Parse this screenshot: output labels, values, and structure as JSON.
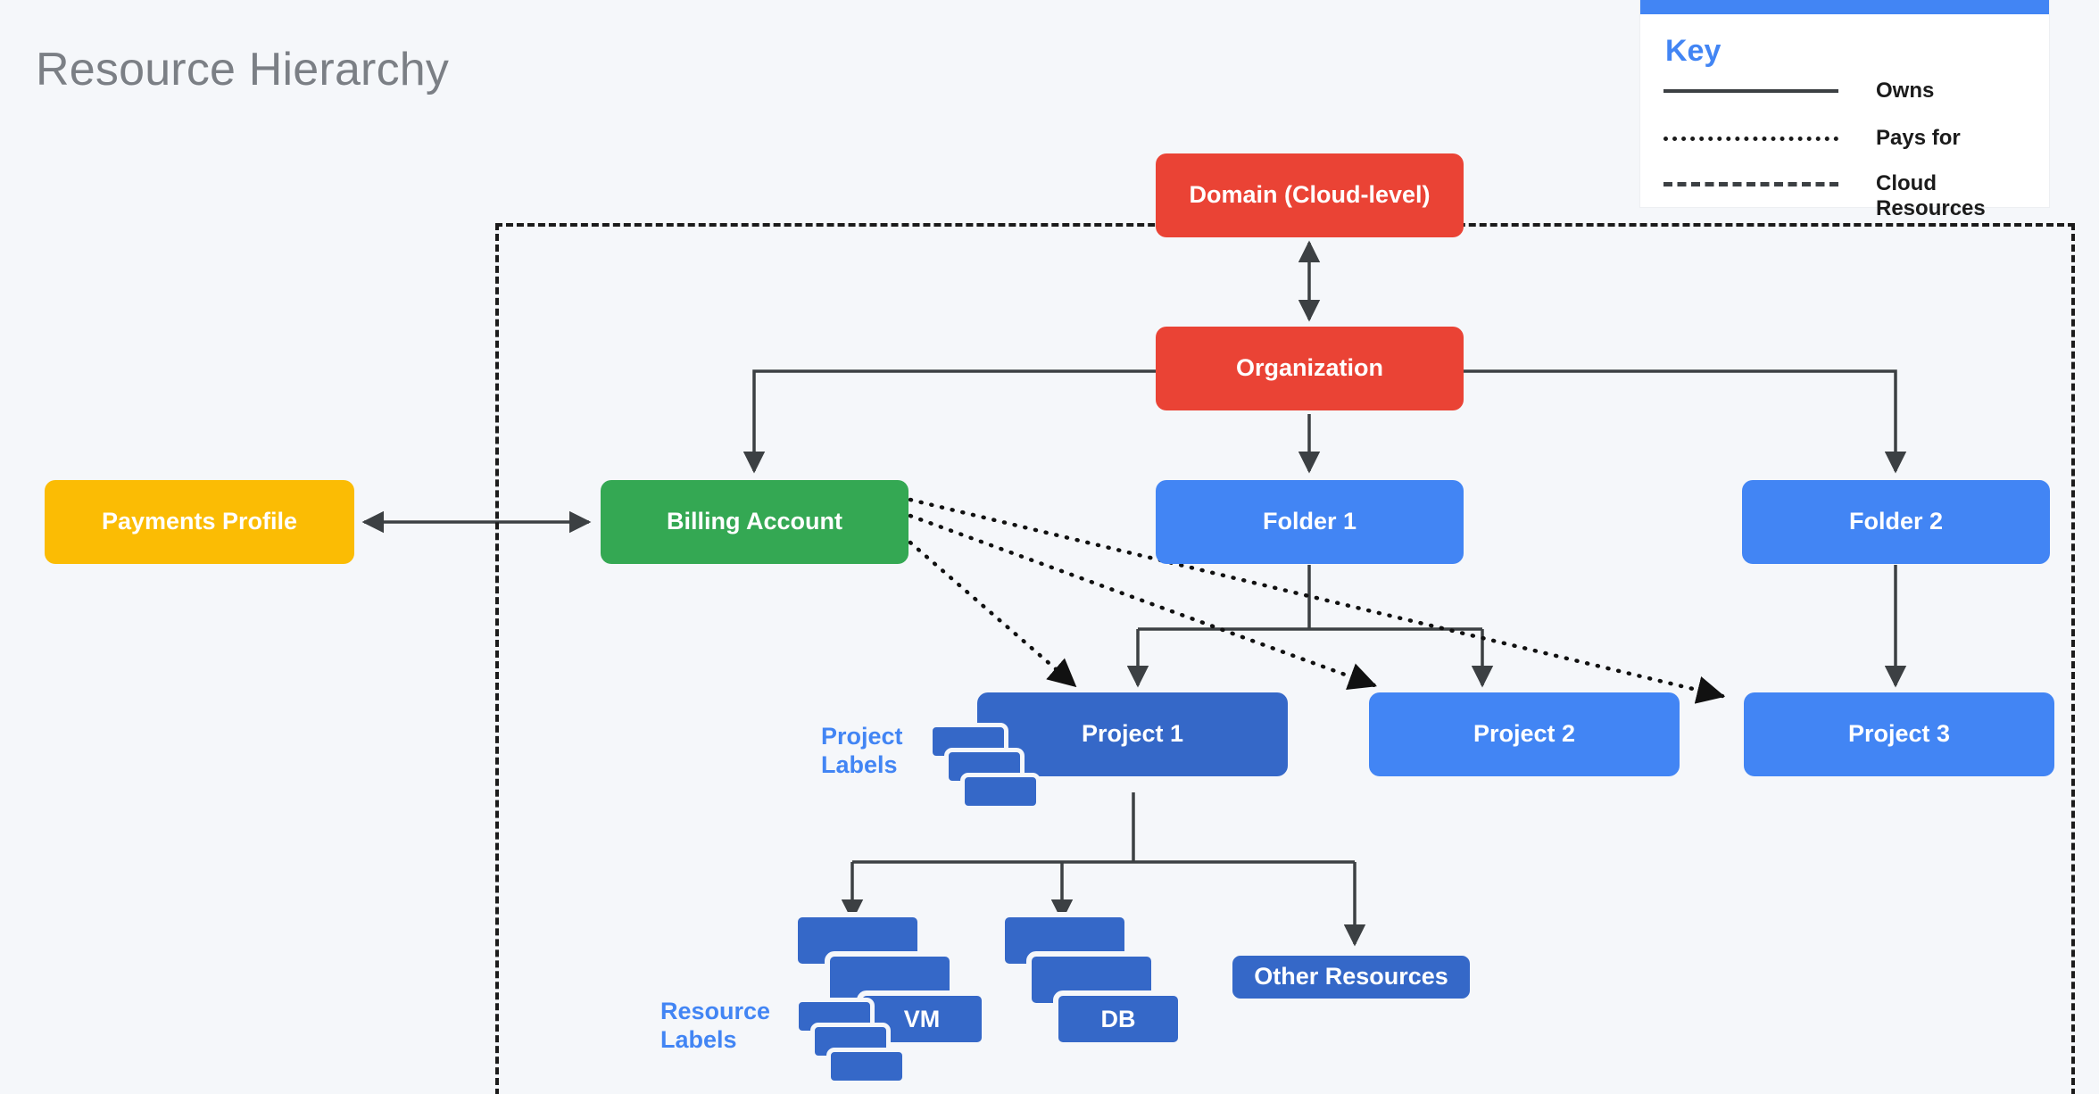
{
  "page": {
    "title": "Resource Hierarchy",
    "background_color": "#f5f7fa"
  },
  "colors": {
    "red": "#ea4335",
    "green": "#34a853",
    "yellow": "#fbbc04",
    "light_blue": "#4285f4",
    "dark_blue": "#3568c8",
    "edge": "#3c4043",
    "title_text": "#7b7f85"
  },
  "key": {
    "title": "Key",
    "accent_color": "#4285f4",
    "rows": [
      {
        "style": "solid",
        "label": "Owns"
      },
      {
        "style": "dotted",
        "label": "Pays for"
      },
      {
        "style": "dashed",
        "label": "Cloud Resources"
      }
    ]
  },
  "nodes": {
    "domain": "Domain (Cloud-level)",
    "organization": "Organization",
    "payments_profile": "Payments Profile",
    "billing_account": "Billing Account",
    "folder1": "Folder 1",
    "folder2": "Folder 2",
    "project1": "Project 1",
    "project2": "Project 2",
    "project3": "Project 3",
    "vm": "VM",
    "db": "DB",
    "other_resources": "Other Resources"
  },
  "annotations": {
    "project_labels": "Project\nLabels",
    "project_labels_line1": "Project",
    "project_labels_line2": "Labels",
    "resource_labels_line1": "Resource",
    "resource_labels_line2": "Labels"
  },
  "boundary": {
    "name": "cloud-resources-boundary",
    "style": "dashed"
  },
  "edges": [
    {
      "from": "domain",
      "to": "organization",
      "type": "owns",
      "bidirectional": true
    },
    {
      "from": "organization",
      "to": "billing_account",
      "type": "owns"
    },
    {
      "from": "organization",
      "to": "folder1",
      "type": "owns"
    },
    {
      "from": "organization",
      "to": "folder2",
      "type": "owns"
    },
    {
      "from": "payments_profile",
      "to": "billing_account",
      "type": "owns",
      "bidirectional": true
    },
    {
      "from": "folder1",
      "to": "project1",
      "type": "owns"
    },
    {
      "from": "folder1",
      "to": "project2",
      "type": "owns"
    },
    {
      "from": "folder2",
      "to": "project3",
      "type": "owns"
    },
    {
      "from": "billing_account",
      "to": "project1",
      "type": "pays_for"
    },
    {
      "from": "billing_account",
      "to": "project2",
      "type": "pays_for"
    },
    {
      "from": "billing_account",
      "to": "project3",
      "type": "pays_for"
    },
    {
      "from": "project1",
      "to": "vm",
      "type": "owns"
    },
    {
      "from": "project1",
      "to": "db",
      "type": "owns"
    },
    {
      "from": "project1",
      "to": "other_resources",
      "type": "owns"
    }
  ]
}
